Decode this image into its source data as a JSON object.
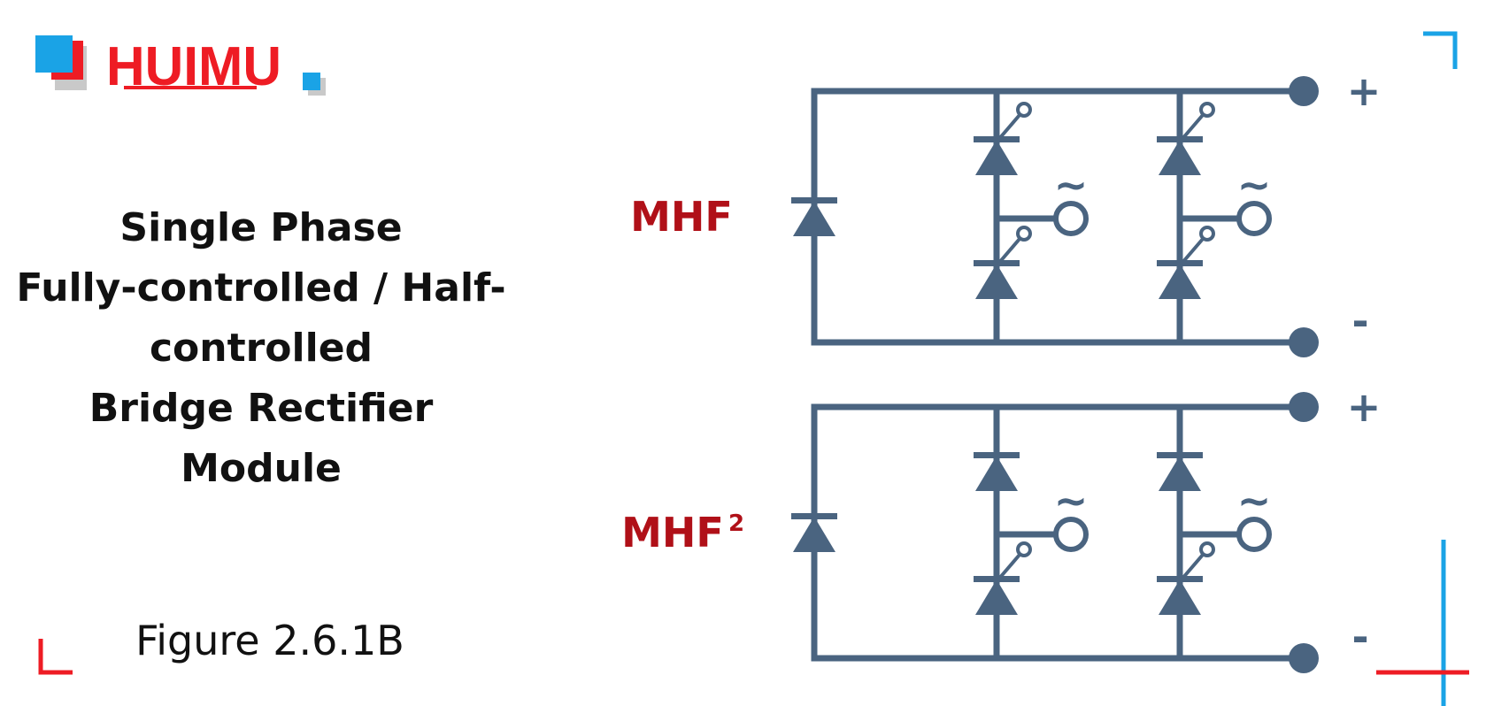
{
  "logo": {
    "text": "HUIMU",
    "colors": {
      "red": "#ee1c24",
      "blue": "#1aa3e6",
      "gray": "#c9c9c9"
    }
  },
  "title": {
    "lines": [
      "Single Phase",
      "Fully-controlled / Half-",
      "controlled",
      "Bridge Rectifier",
      "Module"
    ]
  },
  "caption": "Figure 2.6.1B",
  "diagram": {
    "wire_color": "#4a6480",
    "label_color": "#b01018",
    "circuits": [
      {
        "model": "MHF",
        "model_superscript": "",
        "plus_label": "+",
        "minus_label": "-",
        "ac_symbol": "~",
        "upper_devices": "thyristor",
        "lower_devices": "thyristor"
      },
      {
        "model": "MHF",
        "model_superscript": "2",
        "plus_label": "+",
        "minus_label": "-",
        "ac_symbol": "~",
        "upper_devices": "diode",
        "lower_devices": "thyristor"
      }
    ]
  },
  "frame_marks": {
    "blue": "#1aa3e6",
    "red": "#ee1c24"
  }
}
